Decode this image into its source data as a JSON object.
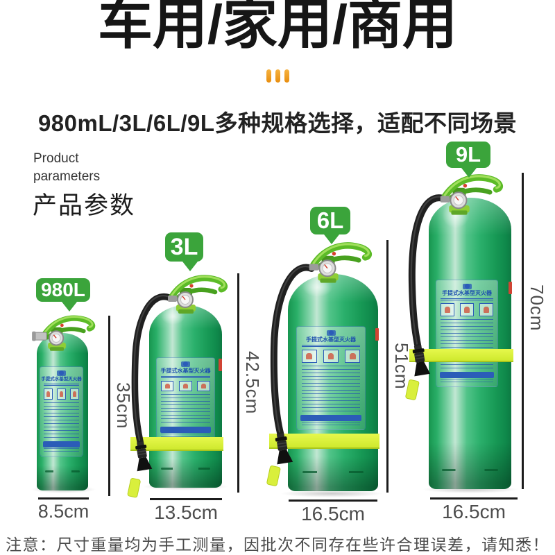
{
  "header": {
    "title": "车用/家用/商用",
    "divider_icon": "triple-bar-icon",
    "subtitle": "980mL/3L/6L/9L多种规格选择，适配不同场景"
  },
  "section_label": {
    "en_line1": "Product",
    "en_line2": "parameters",
    "zh": "产品参数"
  },
  "products": [
    {
      "badge": "980L",
      "height_label": "35cm",
      "width_label": "8.5cm",
      "bottle_label_title": "手提式水基型灭火器"
    },
    {
      "badge": "3L",
      "height_label": "42.5cm",
      "width_label": "13.5cm",
      "bottle_label_title": "手提式水基型灭火器"
    },
    {
      "badge": "6L",
      "height_label": "51cm",
      "width_label": "16.5cm",
      "bottle_label_title": "手提式水基型灭火器"
    },
    {
      "badge": "9L",
      "height_label": "70cm",
      "width_label": "16.5cm",
      "bottle_label_title": "手提式水基型灭火器"
    }
  ],
  "note": "注意：尺寸重量均为手工测量，因批次不同存在些许合理误差，请知悉！",
  "colors": {
    "badge_green": "#3BA43B",
    "bottle_green": "#2AAF68",
    "accent_orange": "#ED9D1D",
    "label_blue": "#2B5CB8",
    "dimension_line": "#1C1C1C",
    "dimension_text": "#4D4D4D"
  }
}
